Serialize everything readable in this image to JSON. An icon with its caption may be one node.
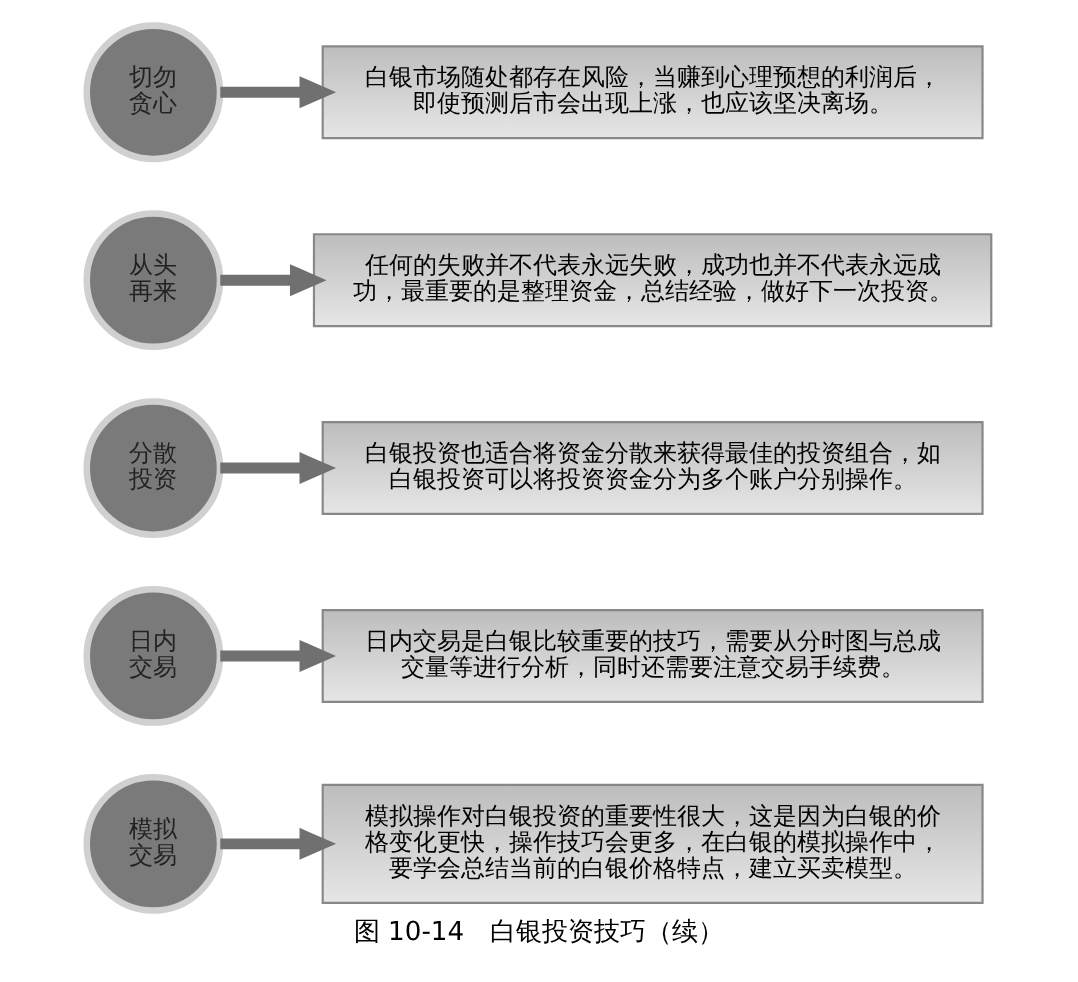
{
  "diagram": {
    "caption": "图 10-14　白银投资技巧（续）",
    "nodes": [
      {
        "text": [
          "切勿贪心"
        ]
      },
      {
        "text": [
          "白银市场随处都存在风险，当赚到心理预想的利润后，即使预测后市会出现上涨，也应该坚决离场。"
        ]
      },
      {
        "text": [
          "从头再来"
        ]
      },
      {
        "text": [
          "任何的失败并不代表永远失败，成功也并不代表永远成功，最重要的是整理资金，总结经验，做好下一次投资。"
        ]
      },
      {
        "text": [
          "分散投资"
        ]
      },
      {
        "text": [
          "白银投资也适合将资金分散来获得最佳的投资组合，如白银投资可以将投资资金分为多个账户分别操作。"
        ]
      },
      {
        "text": [
          "日内交易"
        ]
      },
      {
        "text": [
          "日内交易是白银比较重要的技巧，需要从分时图与总成交量等进行分析，同时还需要注意交易手续费。"
        ]
      },
      {
        "text": [
          "模拟交易"
        ]
      },
      {
        "text": [
          "模拟操作对白银投资的重要性很大，这是因为白银的价格变化更快，操作技巧会更多，在白银的模拟操作中，要学会总结当前的白银价格特点，建立买卖模型。"
        ]
      }
    ],
    "edges": [
      {
        "from": 0,
        "to": 1,
        "arrow": "to"
      },
      {
        "from": 2,
        "to": 3,
        "arrow": "to"
      },
      {
        "from": 4,
        "to": 5,
        "arrow": "to"
      },
      {
        "from": 6,
        "to": 7,
        "arrow": "to"
      },
      {
        "from": 8,
        "to": 9,
        "arrow": "to"
      }
    ]
  }
}
